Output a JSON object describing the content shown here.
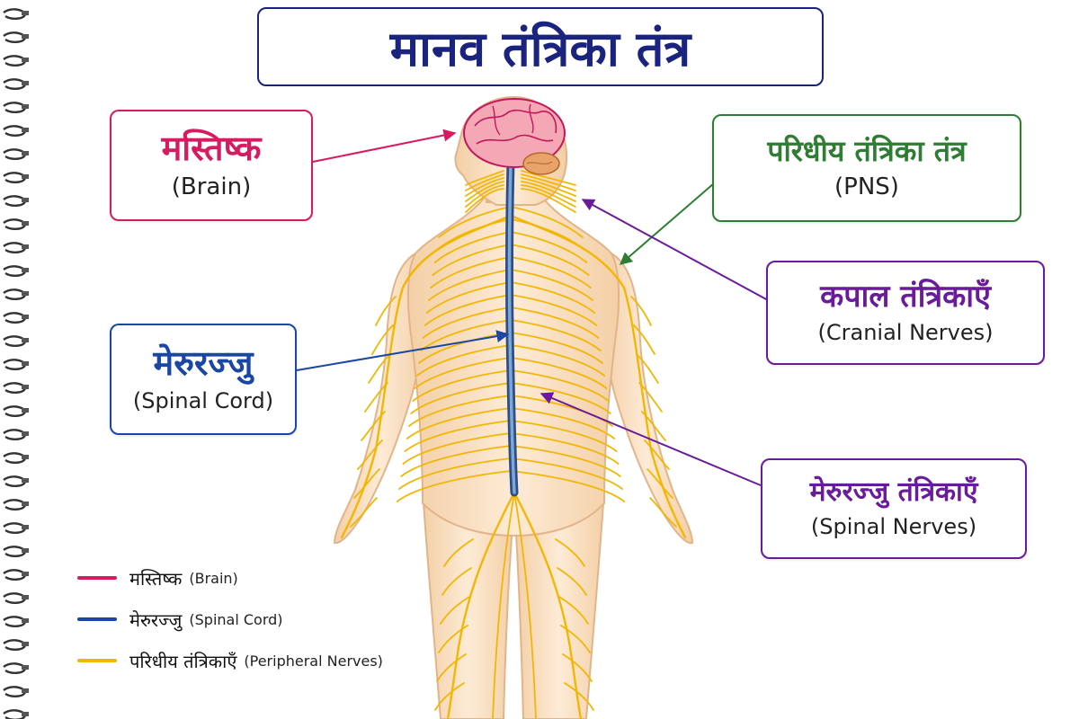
{
  "title": "मानव तंत्रिका तंत्र",
  "labels": {
    "brain": {
      "hindi": "मस्तिष्क",
      "english": "(Brain)"
    },
    "spinal_cord": {
      "hindi": "मेरुरज्जु",
      "english": "(Spinal Cord)"
    },
    "pns": {
      "hindi": "परिधीय तंत्रिका तंत्र",
      "english": "(PNS)"
    },
    "cranial_nerves": {
      "hindi": "कपाल तंत्रिकाएँ",
      "english": "(Cranial Nerves)"
    },
    "spinal_nerves": {
      "hindi": "मेरुरज्जु तंत्रिकाएँ",
      "english": "(Spinal Nerves)"
    }
  },
  "legend": [
    {
      "hindi": "मस्तिष्क",
      "english": "(Brain)",
      "color": "#d81b60"
    },
    {
      "hindi": "मेरुरज्जु",
      "english": "(Spinal Cord)",
      "color": "#1a47a3"
    },
    {
      "hindi": "परिधीय तंत्रिकाएँ",
      "english": "(Peripheral Nerves)",
      "color": "#f2b705"
    }
  ],
  "colors": {
    "title": "#1a237e",
    "brain": "#d81b60",
    "spinal_cord": "#1a47a3",
    "pns": "#2e7d32",
    "nerve_labels": "#6a1b9a",
    "nerves": "#f2b705",
    "skin": "#fbe3c8"
  },
  "icons": {
    "binding": "spiral-binding-icon"
  }
}
